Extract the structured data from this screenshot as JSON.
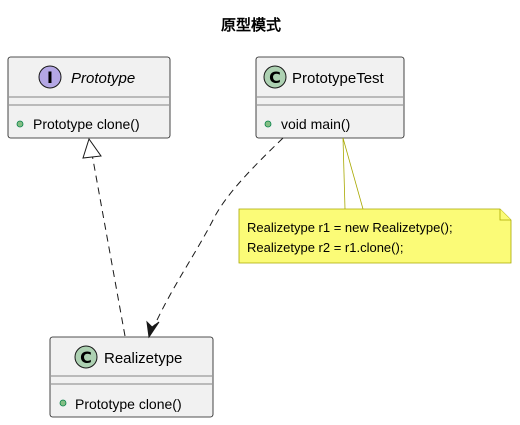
{
  "diagram": {
    "title": "原型模式",
    "colors": {
      "box_fill": "#f1f1f1",
      "box_border": "#181818",
      "interface_badge": "#b4a7e5",
      "class_badge": "#add1b2",
      "member_dot": "#84be84",
      "note_fill": "#fbfb77",
      "note_border": "#a8a800"
    },
    "nodes": {
      "prototype": {
        "kind": "interface",
        "stereotype_letter": "I",
        "name": "Prototype",
        "members": [
          "Prototype clone()"
        ]
      },
      "prototype_test": {
        "kind": "class",
        "stereotype_letter": "C",
        "name": "PrototypeTest",
        "members": [
          "void main()"
        ]
      },
      "realizetype": {
        "kind": "class",
        "stereotype_letter": "C",
        "name": "Realizetype",
        "members": [
          "Prototype clone()"
        ]
      }
    },
    "note": {
      "lines": [
        "Realizetype r1 = new Realizetype();",
        "Realizetype r2 = r1.clone();"
      ]
    },
    "edges": [
      {
        "from": "realizetype",
        "to": "prototype",
        "type": "realization"
      },
      {
        "from": "prototype_test",
        "to": "realizetype",
        "type": "dependency"
      }
    ]
  }
}
